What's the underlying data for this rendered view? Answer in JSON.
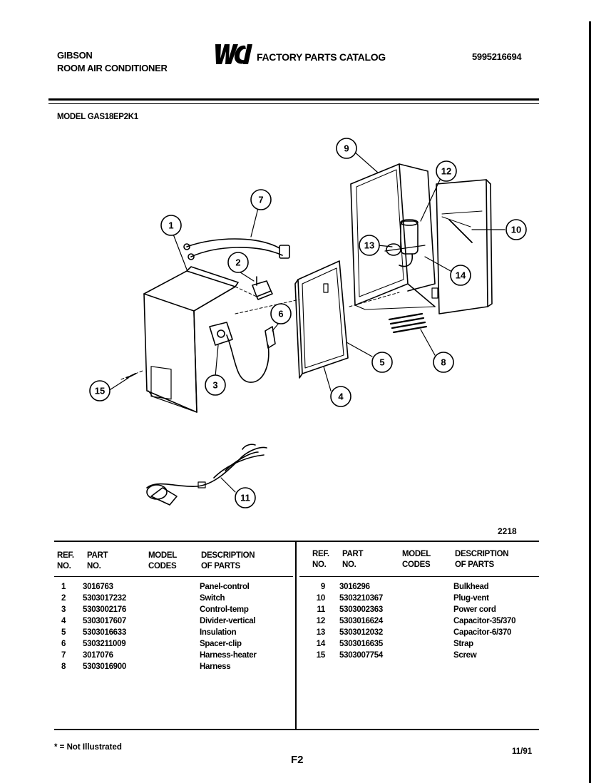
{
  "header": {
    "brand": "GIBSON",
    "product": "ROOM AIR CONDITIONER",
    "logo_text": "WCI",
    "catalog_title": "FACTORY PARTS CATALOG",
    "catalog_number": "5995216694",
    "model": "MODEL GAS18EP2K1"
  },
  "diagram": {
    "callouts": [
      "1",
      "2",
      "3",
      "4",
      "5",
      "6",
      "7",
      "8",
      "9",
      "10",
      "11",
      "12",
      "13",
      "14",
      "15"
    ],
    "code": "2218"
  },
  "table": {
    "headers": {
      "ref": "REF.",
      "ref2": "NO.",
      "part": "PART",
      "part2": "NO.",
      "model": "MODEL",
      "model2": "CODES",
      "desc": "DESCRIPTION",
      "desc2": "OF PARTS"
    },
    "left_rows": [
      {
        "ref": "1",
        "part": "3016763",
        "model": "",
        "desc": "Panel-control"
      },
      {
        "ref": "2",
        "part": "5303017232",
        "model": "",
        "desc": "Switch"
      },
      {
        "ref": "3",
        "part": "5303002176",
        "model": "",
        "desc": "Control-temp"
      },
      {
        "ref": "4",
        "part": "5303017607",
        "model": "",
        "desc": "Divider-vertical"
      },
      {
        "ref": "5",
        "part": "5303016633",
        "model": "",
        "desc": "Insulation"
      },
      {
        "ref": "6",
        "part": "5303211009",
        "model": "",
        "desc": "Spacer-clip"
      },
      {
        "ref": "7",
        "part": "3017076",
        "model": "",
        "desc": "Harness-heater"
      },
      {
        "ref": "8",
        "part": "5303016900",
        "model": "",
        "desc": "Harness"
      }
    ],
    "right_rows": [
      {
        "ref": "9",
        "part": "3016296",
        "model": "",
        "desc": "Bulkhead"
      },
      {
        "ref": "10",
        "part": "5303210367",
        "model": "",
        "desc": "Plug-vent"
      },
      {
        "ref": "11",
        "part": "5303002363",
        "model": "",
        "desc": "Power cord"
      },
      {
        "ref": "12",
        "part": "5303016624",
        "model": "",
        "desc": "Capacitor-35/370"
      },
      {
        "ref": "13",
        "part": "5303012032",
        "model": "",
        "desc": "Capacitor-6/370"
      },
      {
        "ref": "14",
        "part": "5303016635",
        "model": "",
        "desc": "Strap"
      },
      {
        "ref": "15",
        "part": "5303007754",
        "model": "",
        "desc": "Screw"
      }
    ]
  },
  "footer": {
    "footnote": "* = Not Illustrated",
    "page": "F2",
    "date": "11/91"
  }
}
